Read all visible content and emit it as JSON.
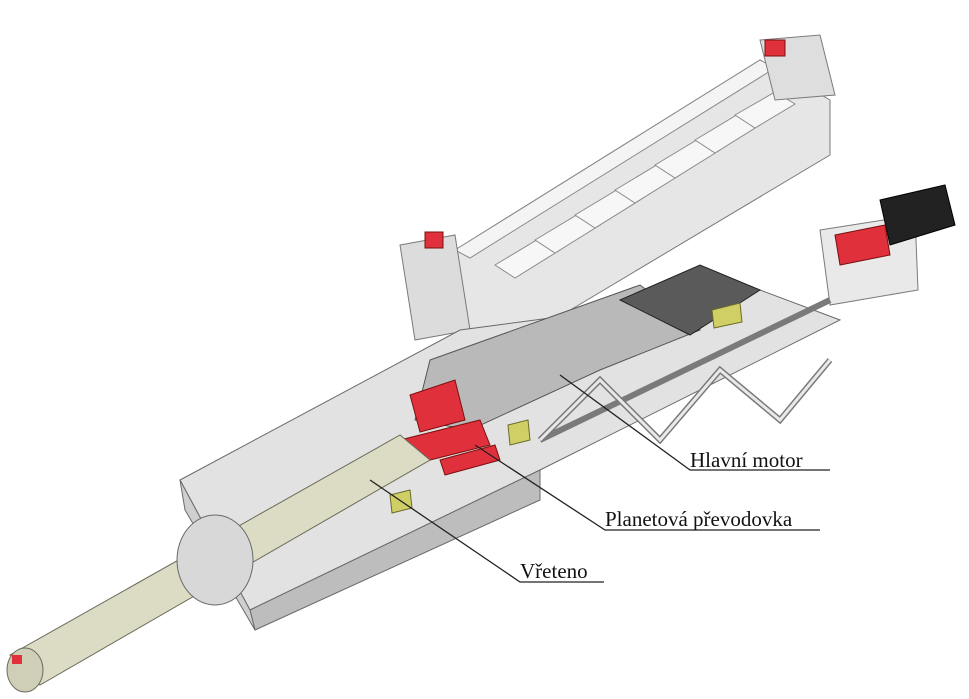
{
  "labels": {
    "main_motor": "Hlavní motor",
    "gearbox": "Planetová převodovka",
    "spindle": "Vřeteno"
  },
  "colors": {
    "frame_light": "#ededed",
    "frame_mid": "#d6d6d6",
    "frame_dark": "#a9a9a9",
    "section_concrete": "#b9b9b9",
    "red_parts": "#e0303c",
    "spindle": "#dcdcc4",
    "yellow_pads": "#cfcf66",
    "motor_black": "#222222",
    "leader_line": "#222222"
  }
}
